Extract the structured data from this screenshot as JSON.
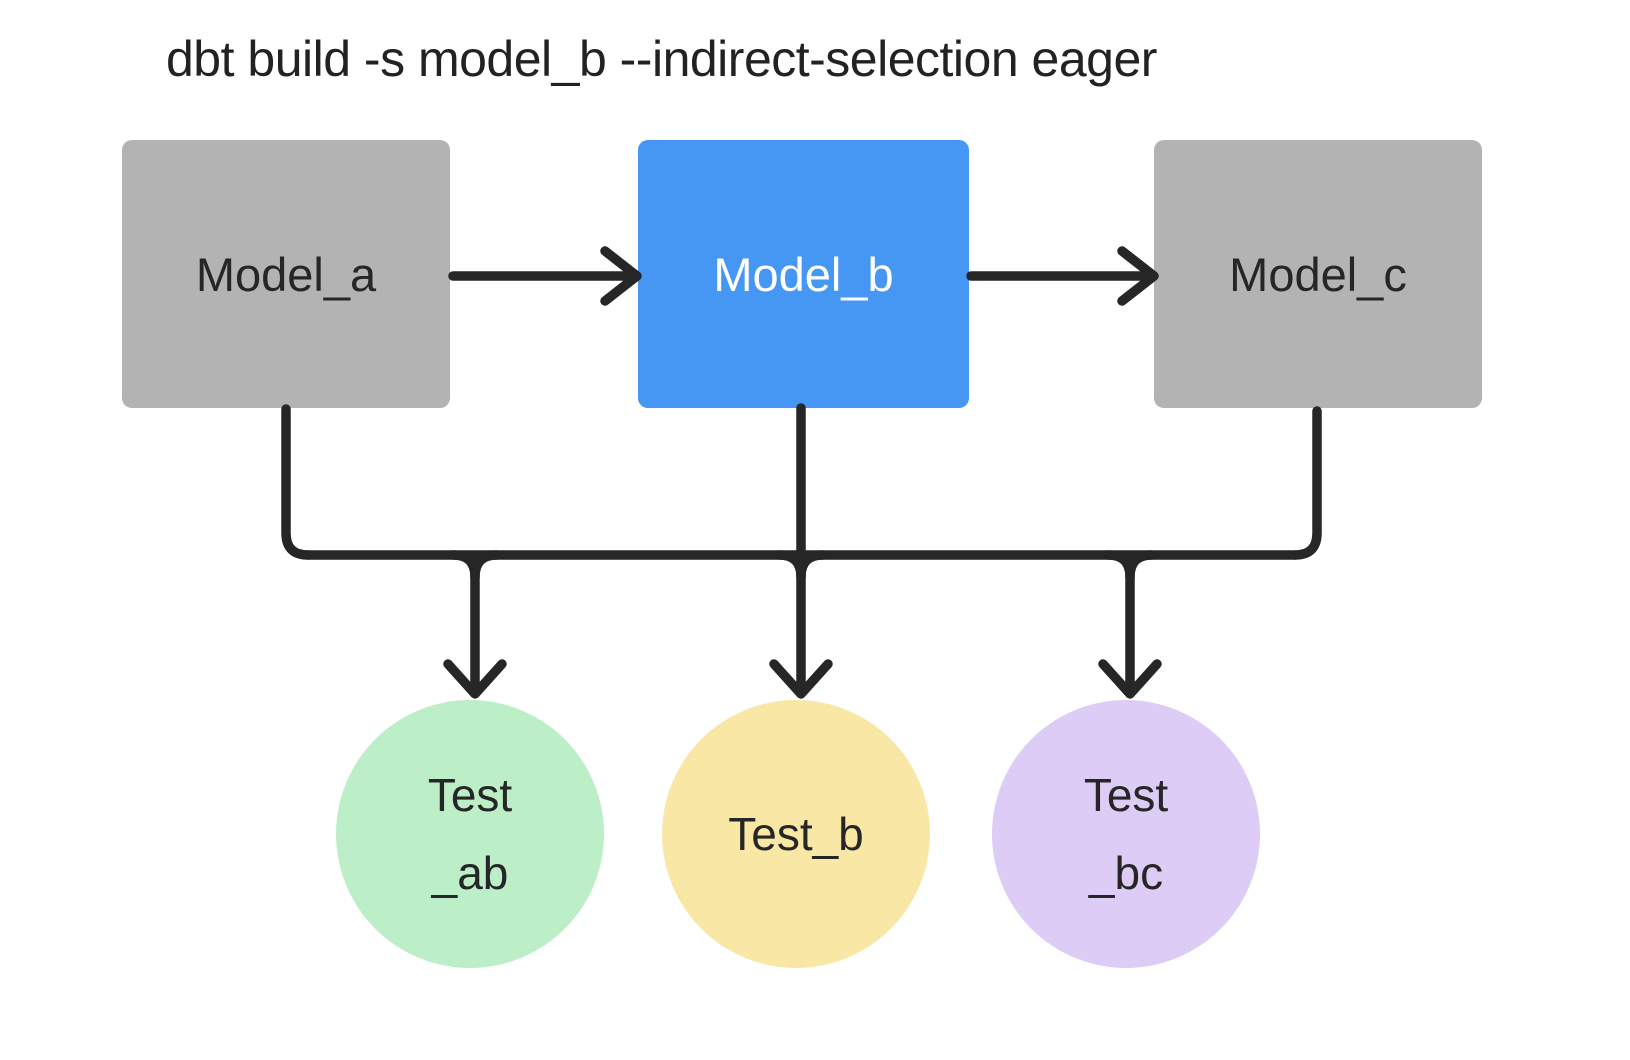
{
  "title": {
    "text": "dbt build -s model_b --indirect-selection eager",
    "color": "#222222"
  },
  "diagram": {
    "line_color": "#262626",
    "models": [
      {
        "id": "model_a",
        "label": "Model_a",
        "fill": "#b3b3b3",
        "text_color": "#262626"
      },
      {
        "id": "model_b",
        "label": "Model_b",
        "fill": "#4696f3",
        "text_color": "#ffffff"
      },
      {
        "id": "model_c",
        "label": "Model_c",
        "fill": "#b3b3b3",
        "text_color": "#262626"
      }
    ],
    "tests": [
      {
        "id": "test_ab",
        "line1": "Test",
        "line2": "_ab",
        "fill": "#bceec7",
        "text_color": "#262626"
      },
      {
        "id": "test_b",
        "line1": "Test_b",
        "line2": "",
        "fill": "#f9e7a6",
        "text_color": "#262626"
      },
      {
        "id": "test_bc",
        "line1": "Test",
        "line2": "_bc",
        "fill": "#ddccf5",
        "text_color": "#262626"
      }
    ],
    "edges": [
      {
        "from": "model_a",
        "to": "model_b"
      },
      {
        "from": "model_b",
        "to": "model_c"
      },
      {
        "from": "model_a",
        "to": "test_ab"
      },
      {
        "from": "model_b",
        "to": "test_ab"
      },
      {
        "from": "model_b",
        "to": "test_b"
      },
      {
        "from": "model_b",
        "to": "test_bc"
      },
      {
        "from": "model_c",
        "to": "test_bc"
      }
    ]
  }
}
